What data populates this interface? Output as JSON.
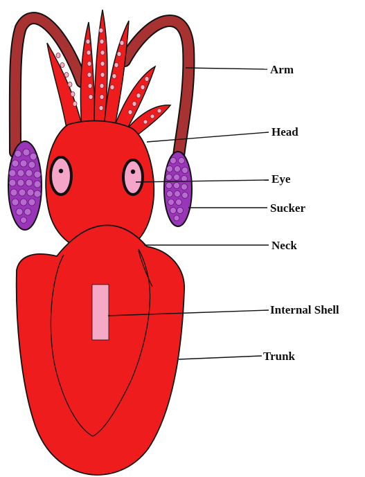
{
  "diagram": {
    "labels": {
      "arm": "Arm",
      "head": "Head",
      "eye": "Eye",
      "sucker": "Sucker",
      "neck": "Neck",
      "internal_shell": "Internal Shell",
      "trunk": "Trunk"
    },
    "colors": {
      "body": "#ee1c1c",
      "tentacle": "#a83232",
      "sucker_fill": "#9a34b8",
      "arm_sucker": "#f2b3c4",
      "eye_fill": "#f5a6c8",
      "shell": "#f6a9c4",
      "outline": "#111111"
    }
  }
}
